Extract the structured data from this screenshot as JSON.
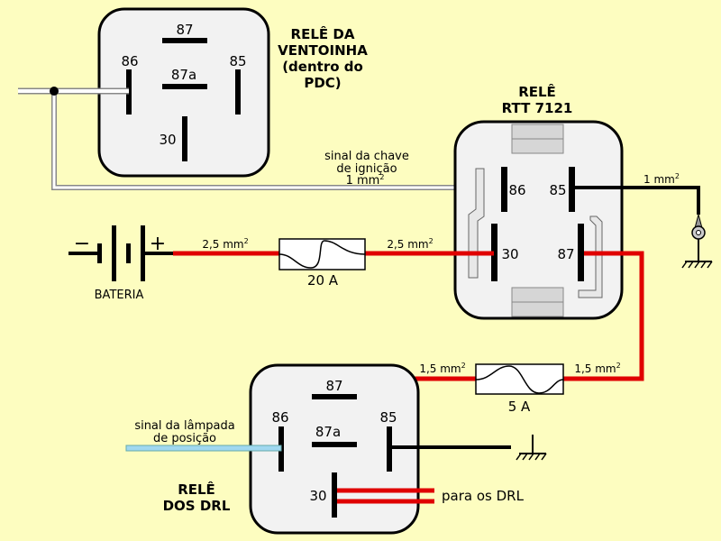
{
  "fan_relay": {
    "title_lines": [
      "RELÊ DA",
      "VENTOINHA",
      "(dentro do",
      "PDC)"
    ],
    "pins": {
      "p87": "87",
      "p86": "86",
      "p87a": "87a",
      "p85": "85",
      "p30": "30"
    }
  },
  "rtt_relay": {
    "title_lines": [
      "RELÊ",
      "RTT 7121"
    ],
    "pins": {
      "p86": "86",
      "p85": "85",
      "p30": "30",
      "p87": "87"
    }
  },
  "drl_relay": {
    "title_lines": [
      "RELÊ",
      "DOS DRL"
    ],
    "pins": {
      "p87": "87",
      "p86": "86",
      "p87a": "87a",
      "p85": "85",
      "p30": "30"
    }
  },
  "ignition_signal": {
    "lines": [
      "sinal da chave",
      "de ignição"
    ],
    "gauge": "1 mm",
    "gauge_sup": "2"
  },
  "ground_wire": {
    "gauge": "1 mm",
    "gauge_sup": "2"
  },
  "battery": {
    "label": "BATERIA",
    "minus": "−",
    "plus": "+"
  },
  "wire_battery_fuse": {
    "gauge": "2,5 mm",
    "gauge_sup": "2"
  },
  "wire_fuse_relay": {
    "gauge": "2,5 mm",
    "gauge_sup": "2"
  },
  "fuse_main": {
    "label": "20 A"
  },
  "fuse_drl": {
    "label": "5 A"
  },
  "wire_drl_left": {
    "gauge": "1,5 mm",
    "gauge_sup": "2"
  },
  "wire_drl_right": {
    "gauge": "1,5 mm",
    "gauge_sup": "2"
  },
  "position_lamp_signal": {
    "lines": [
      "sinal da lâmpada",
      "de posição"
    ]
  },
  "drl_output": {
    "label": "para os DRL"
  },
  "colors": {
    "background": "#fdfdc0",
    "power_wire": "#e00000",
    "signal_wire": "#a0d8f0",
    "relay_body": "#f2f2f2"
  }
}
